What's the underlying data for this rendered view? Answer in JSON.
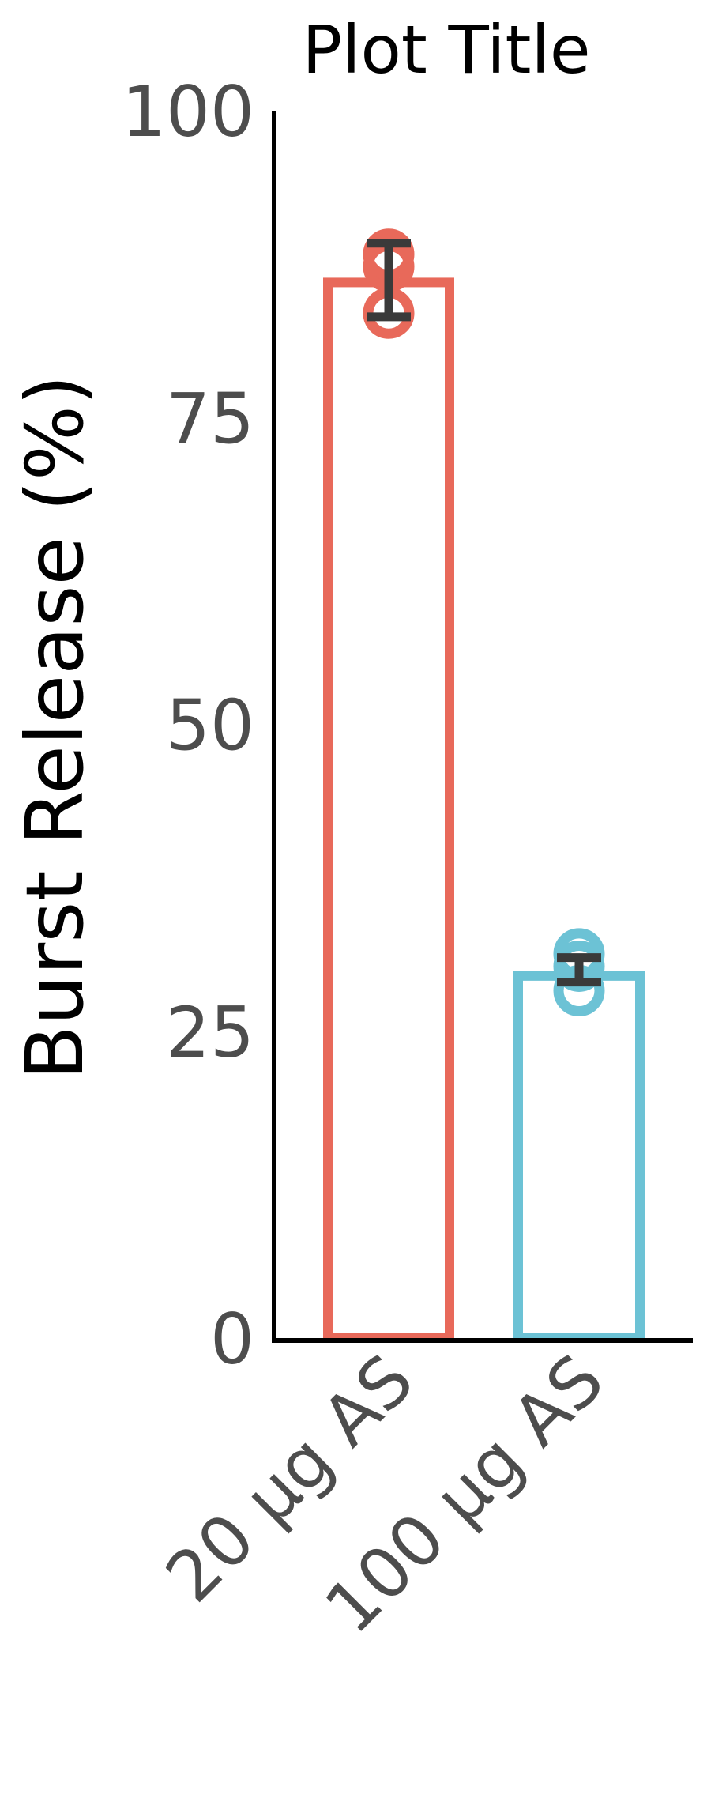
{
  "chart_data": {
    "type": "bar",
    "title": "Plot Title",
    "xlabel": "",
    "ylabel": "Burst Release (%)",
    "ylim": [
      0,
      100
    ],
    "yticks": [
      "0",
      "25",
      "50",
      "75",
      "100"
    ],
    "categories": [
      "20 µg AS",
      "100 µg AS"
    ],
    "values": [
      86,
      29.5
    ],
    "error_low": [
      83.2,
      29.0
    ],
    "error_high": [
      89.2,
      31.0
    ],
    "points": [
      [
        83.5,
        88.3,
        87.3
      ],
      [
        28.3,
        31.3,
        30.3
      ]
    ],
    "colors": [
      "#e8695a",
      "#6cc2d5"
    ],
    "grid": false,
    "legend": "none"
  }
}
